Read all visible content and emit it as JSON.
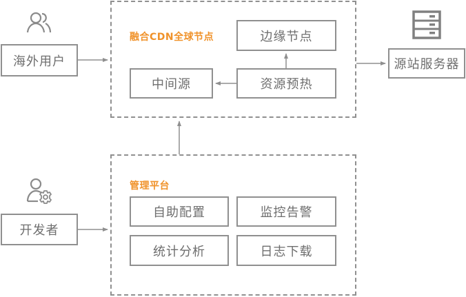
{
  "colors": {
    "accent": "#f0922a",
    "line": "#8f8f8f",
    "text": "#6e6e6e"
  },
  "actors": {
    "overseas_users": {
      "label": "海外用户",
      "icon": "users-icon"
    },
    "developer": {
      "label": "开发者",
      "icon": "user-gear-icon"
    },
    "origin_server": {
      "label": "源站服务器",
      "icon": "server-icon"
    }
  },
  "cdn_group": {
    "title": "融合CDN全球节点",
    "nodes": {
      "edge": "边缘节点",
      "prefetch": "资源预热",
      "middle": "中间源"
    }
  },
  "console_group": {
    "title": "管理平台",
    "features": [
      "自助配置",
      "监控告警",
      "统计分析",
      "日志下载"
    ]
  }
}
